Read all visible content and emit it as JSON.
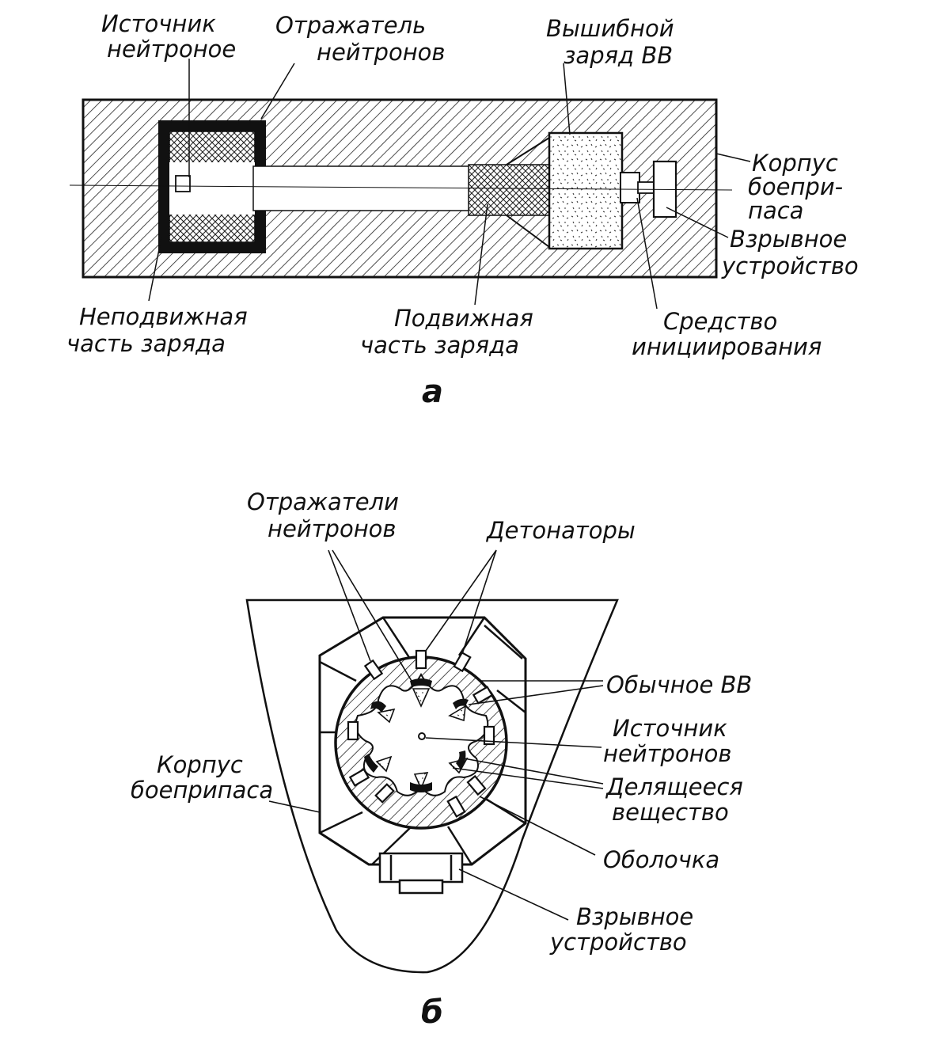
{
  "figure_a": {
    "caption": "а",
    "labels": {
      "neutron_source": [
        "Источник",
        "нейтроное"
      ],
      "neutron_reflector": [
        "Отражатель",
        "нейтронов"
      ],
      "expelling_charge": [
        "Вышибной",
        "заряд ВВ"
      ],
      "ammo_body": [
        "Корпус",
        "боепри-",
        "паса"
      ],
      "explosive_device": [
        "Взрывное",
        "устройство"
      ],
      "fixed_charge": [
        "Неподвижная",
        "часть заряда"
      ],
      "movable_charge": [
        "Подвижная",
        "часть заряда"
      ],
      "initiator": [
        "Средство",
        "инициирования"
      ]
    }
  },
  "figure_b": {
    "caption": "б",
    "labels": {
      "neutron_reflectors": [
        "Отражатели",
        "нейтронов"
      ],
      "detonators": [
        "Детонаторы"
      ],
      "conventional_explosive": [
        "Обычное ВВ"
      ],
      "neutron_source": [
        "Источник",
        "нейтронов"
      ],
      "ammo_body": [
        "Корпус",
        "боеприпаса"
      ],
      "fissile_material": [
        "Делящееся",
        "вещество"
      ],
      "shell": [
        "Оболочка"
      ],
      "explosive_device": [
        "Взрывное",
        "устройство"
      ]
    }
  }
}
